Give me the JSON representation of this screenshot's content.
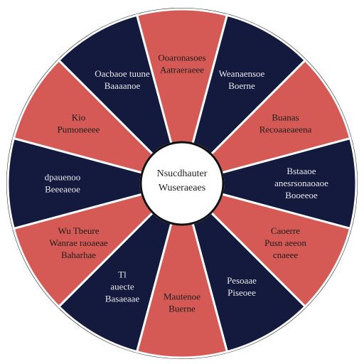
{
  "colors": {
    "red": "#d55a55",
    "navy": "#131a3e",
    "outline": "#111111",
    "red_text": "#1d1d1d",
    "navy_text": "#e8e8e8",
    "center_fill": "#ffffff"
  },
  "center": {
    "line1": "Nsucdhauter",
    "line2": "Wuseraeaes"
  },
  "segments": [
    {
      "color": "red",
      "lines": [
        "Ooaronasoes",
        "Aatraeraeee"
      ]
    },
    {
      "color": "navy",
      "lines": [
        "Weanaensoe",
        "Boerne"
      ]
    },
    {
      "color": "red",
      "lines": [
        "Buanas",
        "Recoaaeaeena"
      ]
    },
    {
      "color": "navy",
      "lines": [
        "Bstaaoe",
        "anesrsonaoaoe",
        "Booeeoe"
      ]
    },
    {
      "color": "red",
      "lines": [
        "Caoerre",
        "Pusn aeeon",
        "cnaeee"
      ]
    },
    {
      "color": "navy",
      "lines": [
        "Pesoaae",
        "Piseoee"
      ]
    },
    {
      "color": "red",
      "lines": [
        "Mautenoe",
        "Buerne"
      ]
    },
    {
      "color": "navy",
      "lines": [
        "Tl",
        "auecte",
        "Basaeaae"
      ]
    },
    {
      "color": "red",
      "lines": [
        "Wu Tbeure",
        "Wanrae raoaeae",
        "Baharhae"
      ]
    },
    {
      "color": "navy",
      "lines": [
        "dpauenoo",
        "Beeeaeoe"
      ]
    },
    {
      "color": "red",
      "lines": [
        "Kio",
        "Pumoneeee"
      ]
    },
    {
      "color": "navy",
      "lines": [
        "Oacbaoe tuune",
        "Baaaanoe"
      ]
    }
  ]
}
